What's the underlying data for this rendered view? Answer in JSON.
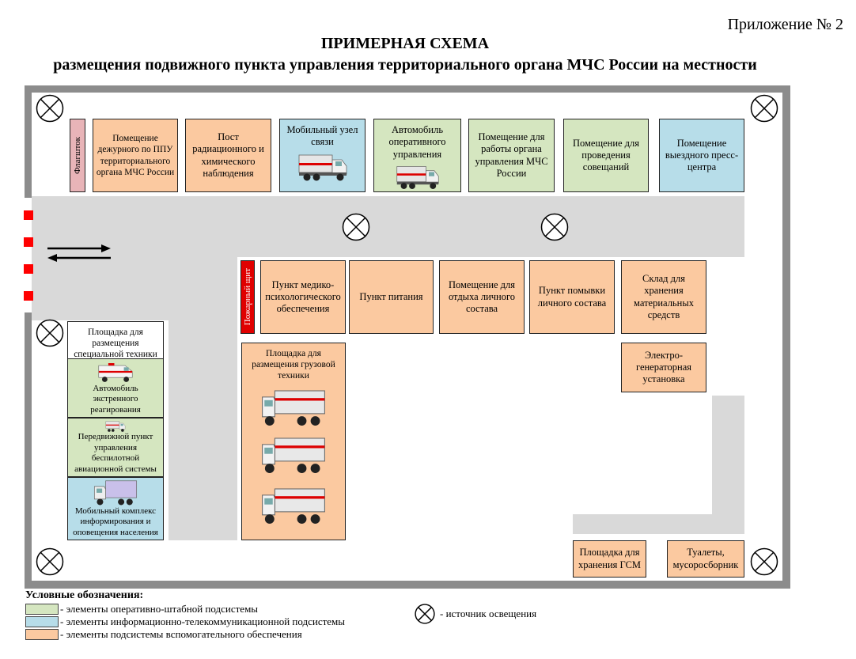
{
  "header": {
    "appendix": "Приложение № 2",
    "title": "ПРИМЕРНАЯ СХЕМА",
    "subtitle": "размещения подвижного пункта управления территориального органа МЧС России на местности"
  },
  "top_row": {
    "flagpole": "Флагшток",
    "duty_room": "Помещение дежурного по ППУ территориального органа МЧС России",
    "rad_post": "Пост радиационного и химического наблюдения",
    "comm_node": "Мобильный узел связи",
    "ops_vehicle": "Автомобиль оперативного управления",
    "mgmt_room": "Помещение для работы органа управления МЧС России",
    "meeting_room": "Помещение для проведения совещаний",
    "press_room": "Помещение выездного пресс-центра"
  },
  "middle_row": {
    "fire_shield": "Пожарный щит",
    "medical": "Пункт медико-психологического обеспечения",
    "food": "Пункт питания",
    "rest": "Помещение для отдыха личного состава",
    "wash": "Пункт помывки личного состава",
    "warehouse": "Склад для хранения материальных средств",
    "generator": "Электро-генераторная установка"
  },
  "special_area": {
    "title": "Площадка для размещения специальной техники",
    "emergency": "Автомобиль экстренного реагирования",
    "uav": "Передвижной пункт управления беспилотной авиационной системы",
    "info": "Мобильный комплекс информирования и оповещения населения"
  },
  "cargo_area": {
    "title": "Площадка для размещения грузовой техники"
  },
  "bottom": {
    "fuel": "Площадка для хранения ГСМ",
    "toilets": "Туалеты, мусоросборник"
  },
  "legend": {
    "title": "Условные обозначения:",
    "items": [
      {
        "color": "#d5e6c0",
        "text": "- элементы оперативно-штабной подсистемы"
      },
      {
        "color": "#b7dde9",
        "text": "- элементы информационно-телекоммуникационной подсистемы"
      },
      {
        "color": "#fbc9a0",
        "text": "- элементы подсистемы вспомогательного обеспечения"
      }
    ],
    "lamp": "- источник освещения"
  },
  "colors": {
    "support": "#fbc9a0",
    "staff": "#d5e6c0",
    "telecom": "#b7dde9",
    "road": "#d9d9d9",
    "fence": "#8c8c8c",
    "fire": "#e00000"
  }
}
